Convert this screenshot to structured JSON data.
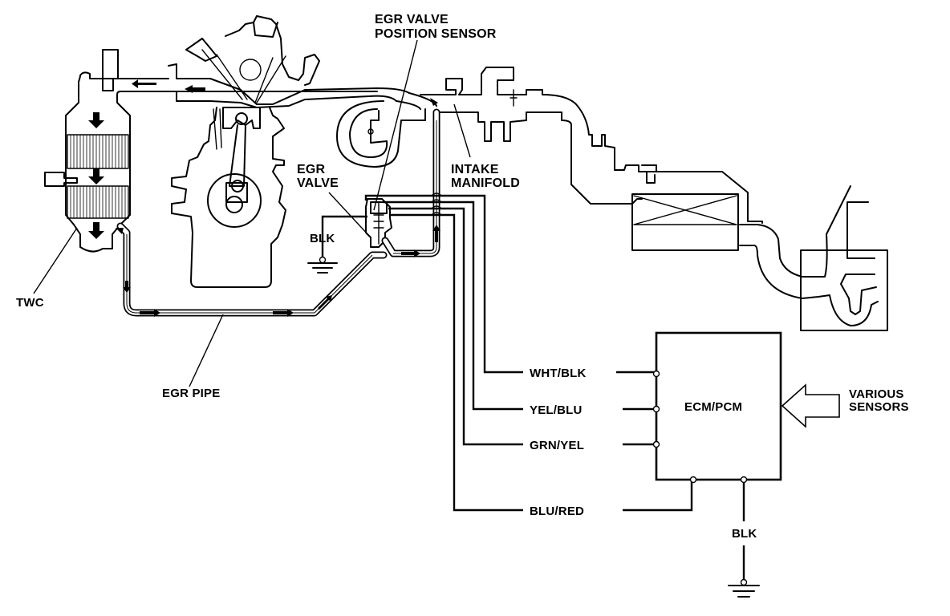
{
  "diagram": {
    "title": "EGR System Schematic",
    "components": {
      "egr_valve_position_sensor": {
        "line1": "EGR VALVE",
        "line2": "POSITION SENSOR"
      },
      "egr_valve": {
        "line1": "EGR",
        "line2": "VALVE"
      },
      "intake_manifold": {
        "line1": "INTAKE",
        "line2": "MANIFOLD"
      },
      "twc": "TWC",
      "egr_pipe": "EGR PIPE",
      "ecm": "ECM/PCM",
      "various_sensors": {
        "line1": "VARIOUS",
        "line2": "SENSORS"
      },
      "egr_ground": "BLK",
      "ecm_ground": "BLK"
    },
    "wires": [
      {
        "color_code": "WHT/BLK"
      },
      {
        "color_code": "YEL/BLU"
      },
      {
        "color_code": "GRN/YEL"
      },
      {
        "color_code": "BLU/RED"
      }
    ],
    "colors": {
      "line": "#000000",
      "background": "#ffffff"
    }
  }
}
